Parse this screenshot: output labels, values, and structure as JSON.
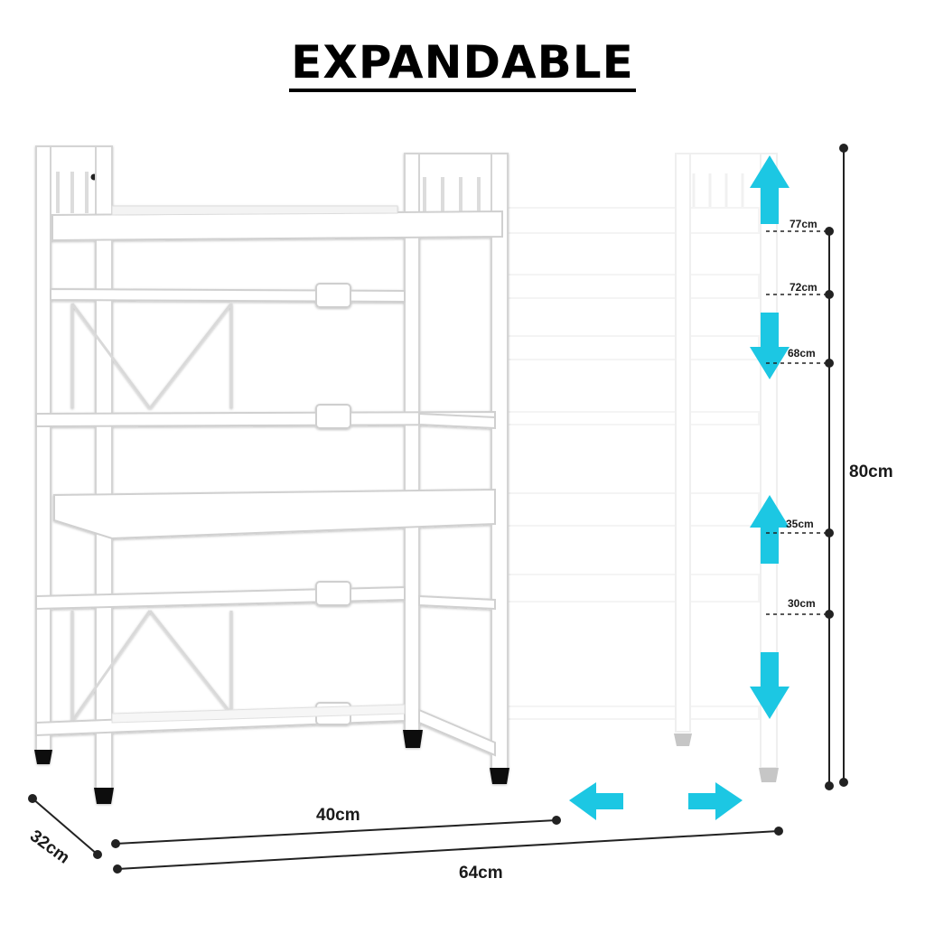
{
  "title": "EXPANDABLE",
  "colors": {
    "arrow": "#1cc7e3",
    "frame": "#ffffff",
    "frame_edge": "#d4d4d4",
    "line": "#222222",
    "foot": "#111111"
  },
  "dimensions": {
    "depth": "32cm",
    "min_width": "40cm",
    "max_width": "64cm",
    "height": "80cm",
    "shelf_heights": [
      "77cm",
      "72cm",
      "68cm",
      "35cm",
      "30cm"
    ]
  },
  "icons": {
    "vertical_arrows": [
      "arrow-up-icon",
      "arrow-down-icon",
      "arrow-up-icon",
      "arrow-down-icon"
    ],
    "horizontal_arrows": [
      "arrow-left-icon",
      "arrow-right-icon"
    ]
  }
}
